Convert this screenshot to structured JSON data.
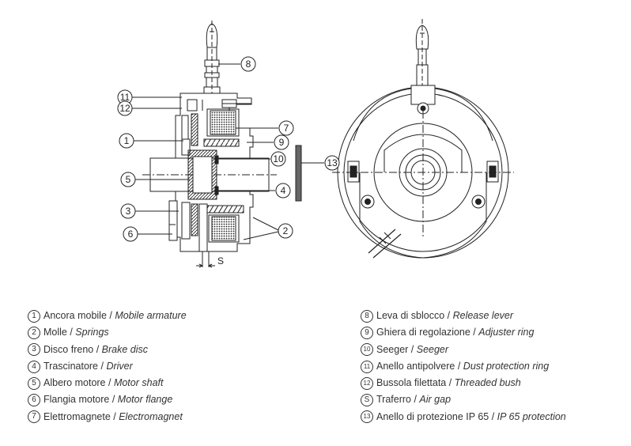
{
  "callouts": {
    "c1": "1",
    "c2": "2",
    "c3": "3",
    "c4": "4",
    "c5": "5",
    "c6": "6",
    "c7": "7",
    "c8": "8",
    "c9": "9",
    "c10": "10",
    "c11": "11",
    "c12": "12",
    "c13": "13",
    "gap_label": "S"
  },
  "legend": {
    "left": [
      {
        "num": "1",
        "it": "Ancora mobile",
        "sep": " / ",
        "en": "Mobile armature"
      },
      {
        "num": "2",
        "it": "Molle",
        "sep": " / ",
        "en": "Springs"
      },
      {
        "num": "3",
        "it": "Disco freno",
        "sep": " / ",
        "en": "Brake disc"
      },
      {
        "num": "4",
        "it": "Trascinatore",
        "sep": " / ",
        "en": "Driver"
      },
      {
        "num": "5",
        "it": "Albero motore",
        "sep": " / ",
        "en": "Motor shaft"
      },
      {
        "num": "6",
        "it": "Flangia motore",
        "sep": " / ",
        "en": "Motor flange"
      },
      {
        "num": "7",
        "it": "Elettromagnete",
        "sep": " / ",
        "en": "Electromagnet"
      }
    ],
    "right": [
      {
        "num": "8",
        "it": "Leva di sblocco",
        "sep": " / ",
        "en": "Release lever"
      },
      {
        "num": "9",
        "it": "Ghiera di regolazione",
        "sep": " / ",
        "en": "Adjuster ring"
      },
      {
        "num": "10",
        "it": "Seeger",
        "sep": " / ",
        "en": "Seeger"
      },
      {
        "num": "11",
        "it": "Anello antipolvere",
        "sep": " / ",
        "en": "Dust protection ring"
      },
      {
        "num": "12",
        "it": "Bussola filettata",
        "sep": " / ",
        "en": "Threaded bush"
      },
      {
        "num": "S",
        "it": "Traferro",
        "sep": " / ",
        "en": "Air gap"
      },
      {
        "num": "13",
        "it": "Anello di protezione IP 65",
        "sep": " / ",
        "en": "IP 65 protection"
      }
    ]
  }
}
